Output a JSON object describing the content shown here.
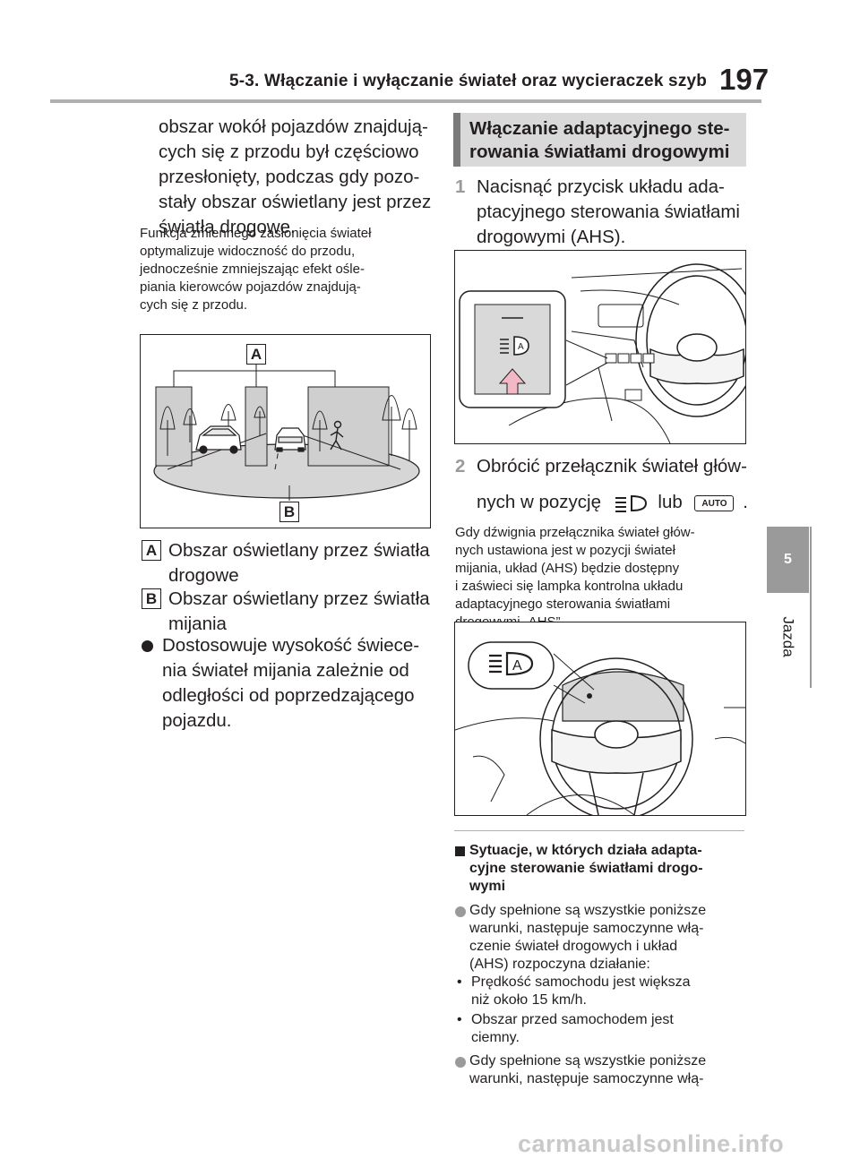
{
  "header": {
    "title": "5-3. Włączanie i wyłączanie świateł oraz wycieraczek szyb",
    "page_number": "197"
  },
  "side_tab": {
    "number": "5",
    "label": "Jazda"
  },
  "left": {
    "intro_lines": [
      "obszar wokół pojazdów znajdują-",
      "cych się z przodu był częściowo",
      "przesłonięty, podczas gdy pozo-",
      "stały obszar oświetlany jest przez",
      "światła drogowe."
    ],
    "note_lines": [
      "Funkcja zmiennego zasłonięcia świateł",
      "optymalizuje widoczność do przodu,",
      "jednocześnie zmniejszając efekt ośle-",
      "piania kierowców pojazdów znajdują-",
      "cych się z przodu."
    ],
    "figure_labels": {
      "a": "A",
      "b": "B"
    },
    "legend": [
      {
        "key": "A",
        "lines": [
          "Obszar oświetlany przez światła",
          "drogowe"
        ]
      },
      {
        "key": "B",
        "lines": [
          "Obszar oświetlany przez światła",
          "mijania"
        ]
      }
    ],
    "bullet_lines": [
      "Dostosowuje wysokość świece-",
      "nia świateł mijania zależnie od",
      "odległości od poprzedzającego",
      "pojazdu."
    ]
  },
  "right": {
    "heading_lines": [
      "Włączanie adaptacyjnego ste-",
      "rowania światłami drogowymi"
    ],
    "step1": {
      "num": "1",
      "lines": [
        "Nacisnąć przycisk układu ada-",
        "ptacyjnego sterowania światłami",
        "drogowymi (AHS)."
      ]
    },
    "step2": {
      "num": "2",
      "line1": "Obrócić przełącznik świateł głów-",
      "line2_a": "nych w pozycję",
      "line2_b": "lub",
      "line2_end": ".",
      "auto_label": "AUTO"
    },
    "step2_note_lines": [
      "Gdy dźwignia przełącznika świateł głów-",
      "nych ustawiona jest w pozycji świateł",
      "mijania, układ (AHS) będzie dostępny",
      "i zaświeci się lampka kontrolna układu",
      "adaptacyjnego sterowania światłami",
      "drogowymi „AHS”."
    ],
    "subheading_lines": [
      "Sytuacje, w których działa adapta-",
      "cyjne sterowanie światłami drogo-",
      "wymi"
    ],
    "cond1_lines": [
      "Gdy spełnione są wszystkie poniższe",
      "warunki, następuje samoczynne włą-",
      "czenie świateł drogowych i układ",
      "(AHS) rozpoczyna działanie:"
    ],
    "list_items": [
      [
        "Prędkość samochodu jest większa",
        "niż około 15 km/h."
      ],
      [
        "Obszar przed samochodem jest",
        "ciemny."
      ]
    ],
    "list_bullet": "•",
    "cond2_lines": [
      "Gdy spełnione są wszystkie poniższe",
      "warunki, następuje samoczynne włą-"
    ]
  },
  "footer": {
    "watermark": "carmanualsonline.info"
  }
}
